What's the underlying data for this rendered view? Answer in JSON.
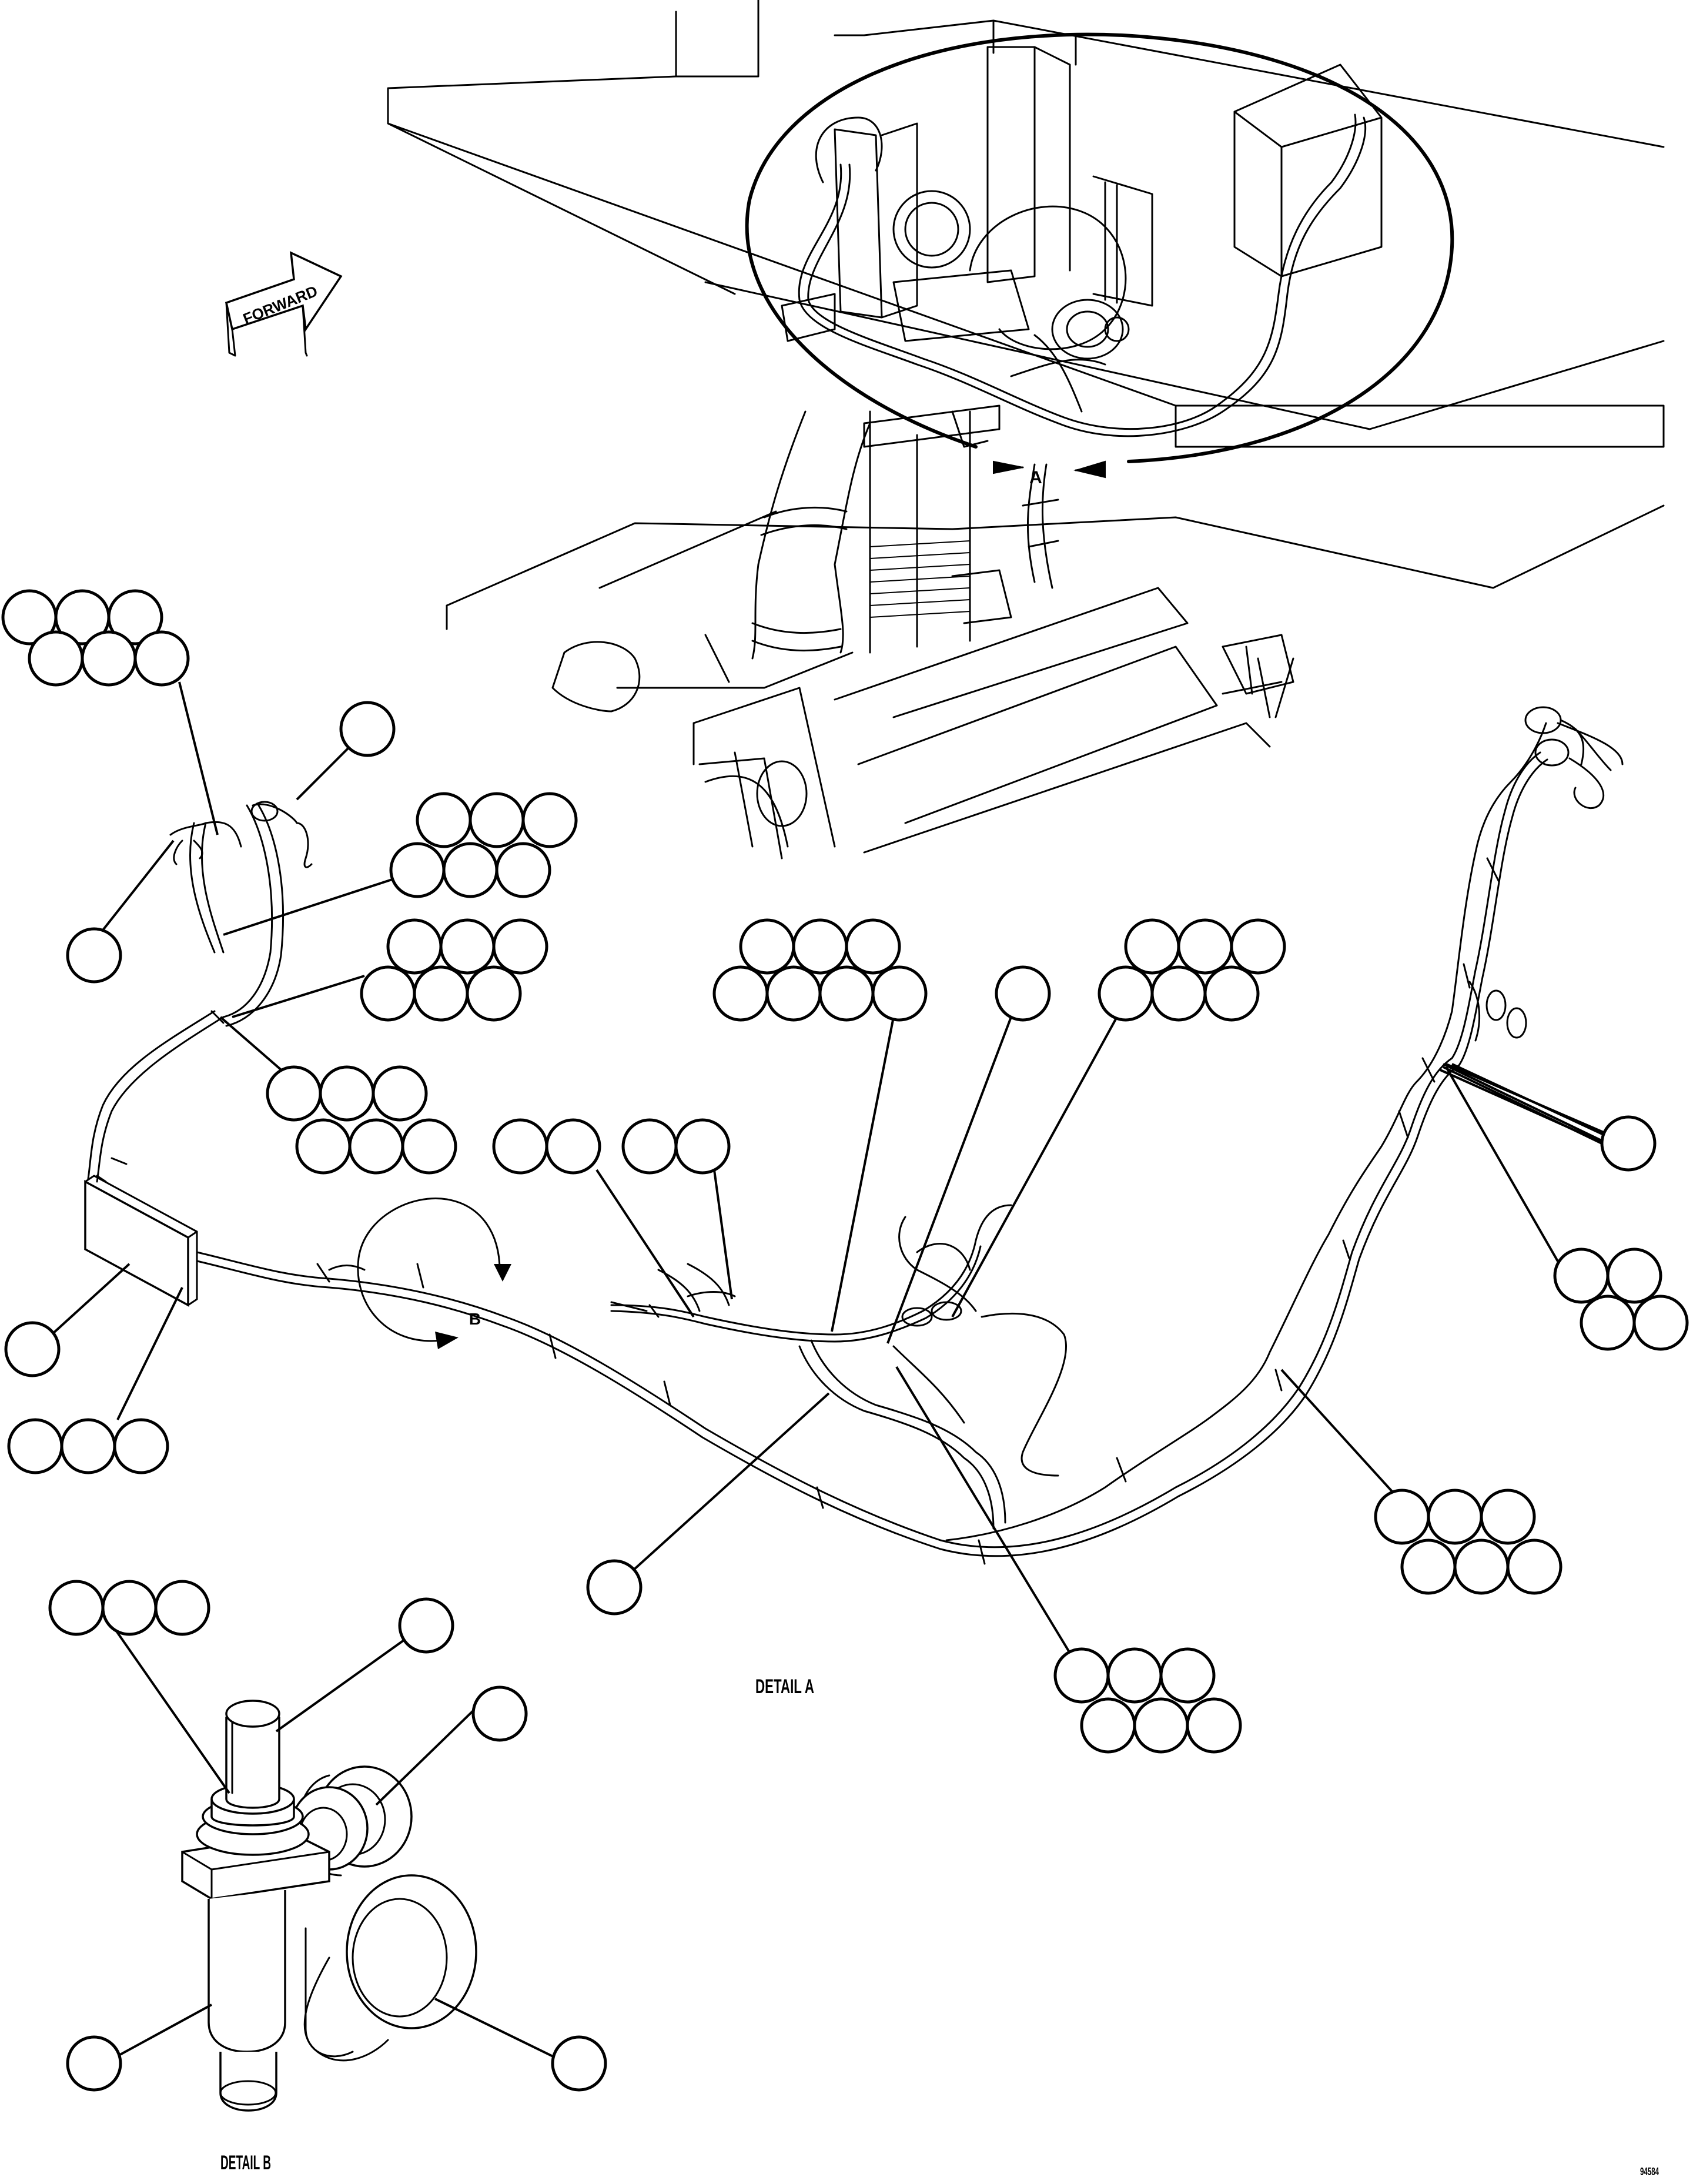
{
  "labels": {
    "forward": "FORWARD",
    "view_a": "A",
    "view_b": "B",
    "detail_a": "DETAIL A",
    "detail_b": "DETAIL B",
    "figure_id": "94584"
  }
}
